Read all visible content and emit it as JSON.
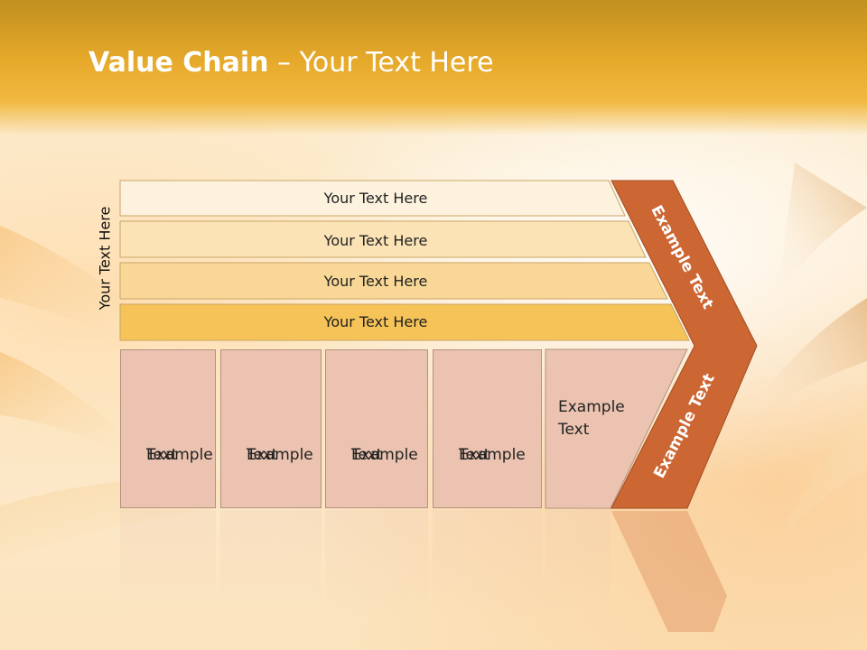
{
  "title": {
    "bold": "Value Chain",
    "rest": " – Your Text Here"
  },
  "y_axis_label": "Your Text Here",
  "bands": [
    {
      "label": "Your Text Here",
      "color": "#fdf2de"
    },
    {
      "label": "Your Text Here",
      "color": "#fbe3b6"
    },
    {
      "label": "Your Text Here",
      "color": "#f9d897"
    },
    {
      "label": "Your Text Here",
      "color": "#f5c357"
    }
  ],
  "boxes": [
    {
      "line1": "Example",
      "line2": "Text"
    },
    {
      "line1": "Example",
      "line2": "Text"
    },
    {
      "line1": "Example",
      "line2": "Text"
    },
    {
      "line1": "Example",
      "line2": "Text"
    },
    {
      "line1": "Example",
      "line2": "Text"
    }
  ],
  "chevron": {
    "top_label": "Example Text",
    "bottom_label": "Example Text",
    "color": "#cc6633"
  },
  "colors": {
    "box": "#ebc3b0",
    "header": "#e6a92a"
  }
}
